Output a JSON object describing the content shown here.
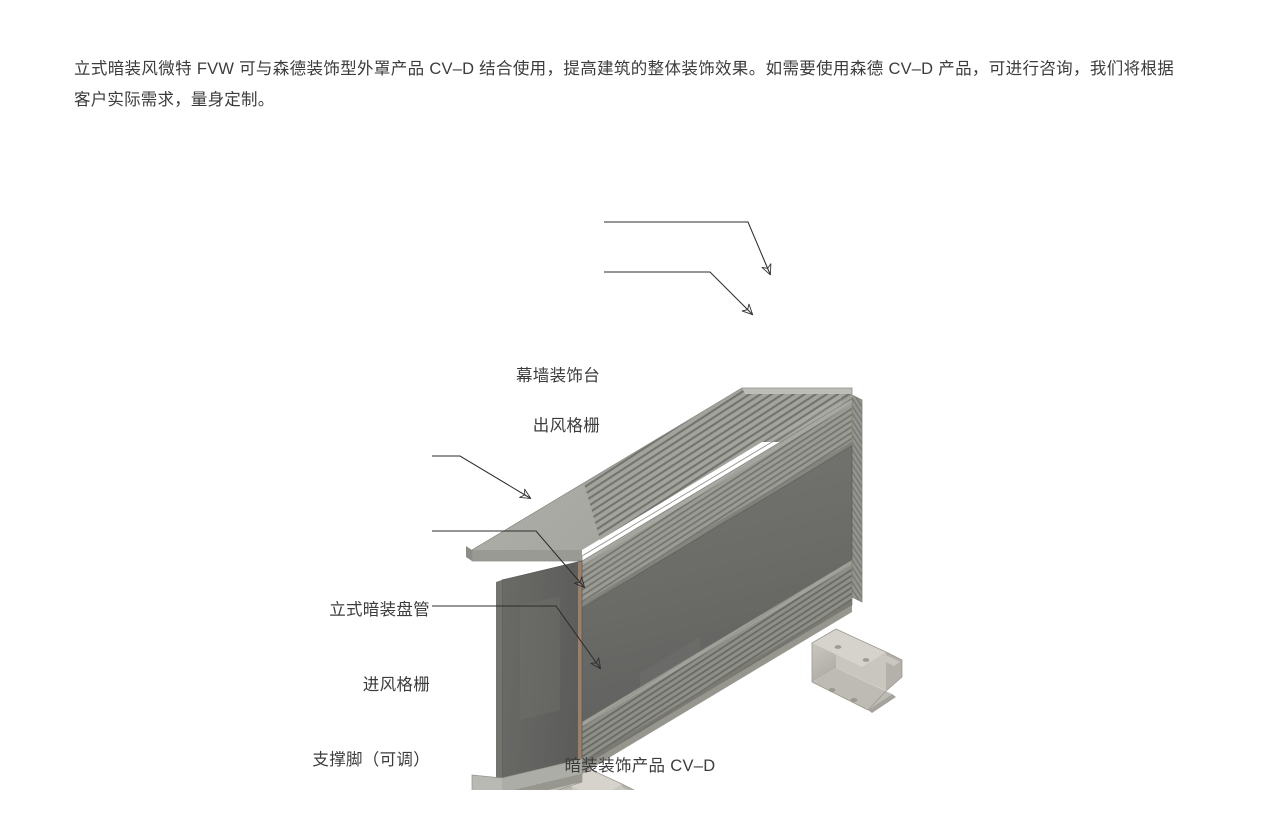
{
  "page": {
    "background_color": "#ffffff",
    "text_color": "#3c3c3c"
  },
  "intro": {
    "paragraph": "立式暗装风微特 FVW 可与森德装饰型外罩产品 CV–D 结合使用，提高建筑的整体装饰效果。如需要使用森德 CV–D 产品，可进行咨询，我们将根据客户实际需求，量身定制。"
  },
  "figure": {
    "caption": "暗装装饰产品 CV–D",
    "callouts": [
      {
        "id": "curtain-wall-platform",
        "label": "幕墙装饰台"
      },
      {
        "id": "outlet-grille",
        "label": "出风格栅"
      },
      {
        "id": "vertical-concealed-coil",
        "label": "立式暗装盘管"
      },
      {
        "id": "inlet-grille",
        "label": "进风格栅"
      },
      {
        "id": "support-foot",
        "label": "支撑脚（可调）"
      }
    ],
    "colors": {
      "body_front": "#6e6e6e",
      "body_front_shadow": "#5e5e5e",
      "top_cap": "#a9a9a4",
      "top_cap_light": "#b4b4af",
      "grille_band": "#93938d",
      "grille_line": "#7c7c76",
      "side_panel": "#646460",
      "seam_copper": "#9a7f6b",
      "bracket": "#c3c1bb",
      "bracket_shadow": "#a9a7a1",
      "leader_line": "#2d2d2d"
    }
  }
}
